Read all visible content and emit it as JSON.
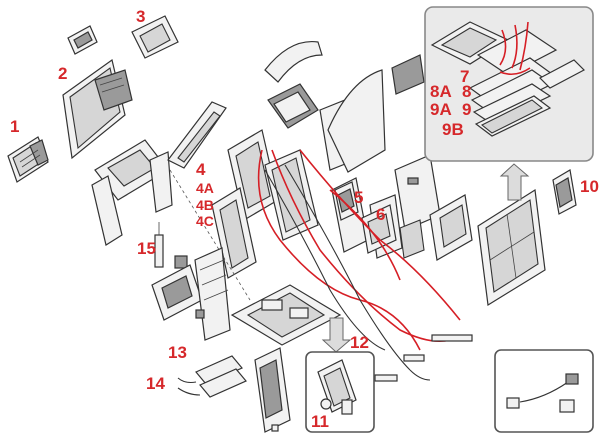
{
  "callouts": {
    "c1": "1",
    "c2": "2",
    "c3": "3",
    "c4": "4",
    "c4a": "4A",
    "c4b": "4B",
    "c4c": "4C",
    "c5": "5",
    "c6": "6",
    "c7": "7",
    "c8a": "8A",
    "c8": "8",
    "c9a": "9A",
    "c9": "9",
    "c9b": "9B",
    "c10": "10",
    "c11": "11",
    "c12": "12",
    "c13": "13",
    "c14": "14",
    "c15": "15"
  },
  "colors": {
    "callout": "#d6282b",
    "cable": "#d61f26",
    "line": "#333333"
  }
}
